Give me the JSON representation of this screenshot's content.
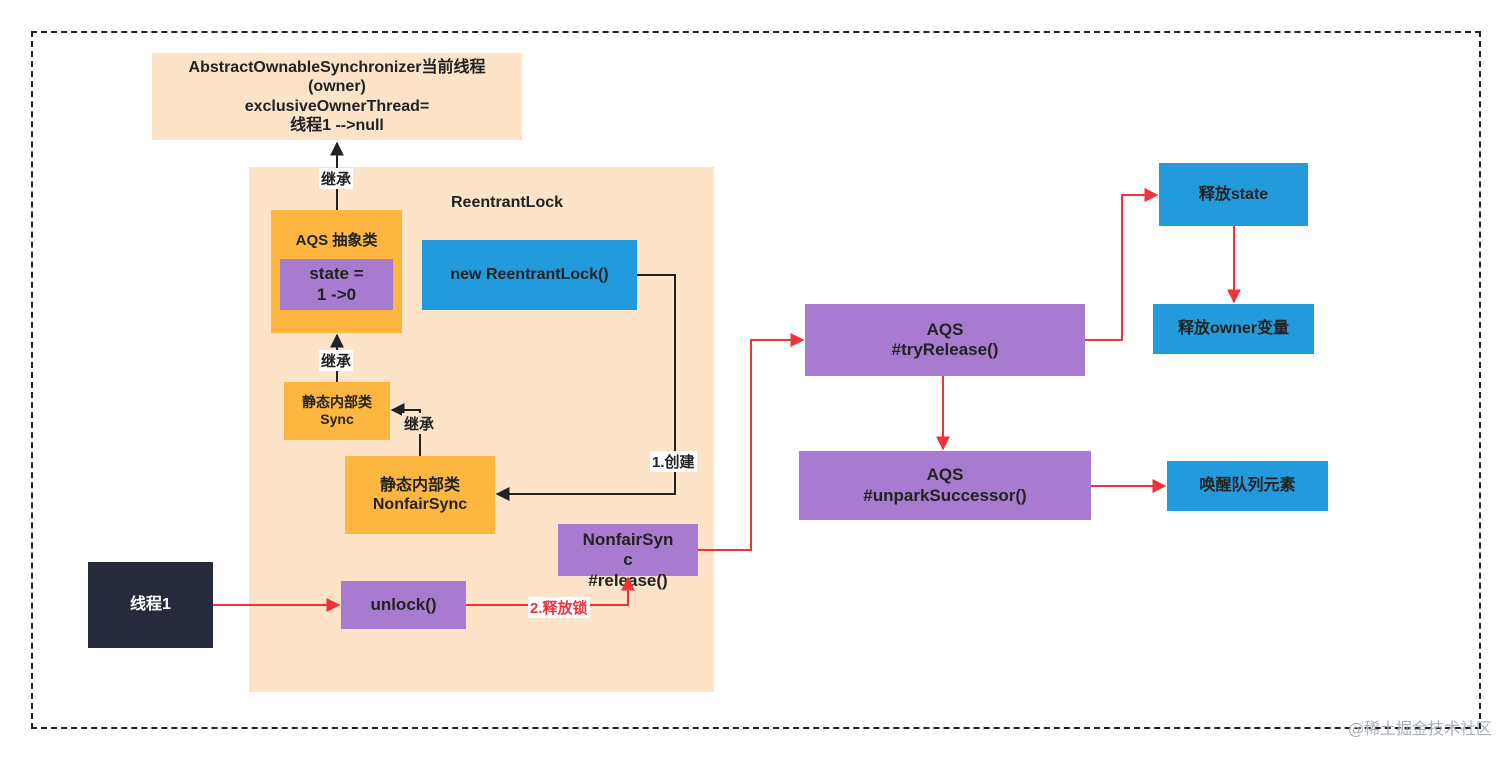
{
  "nodes": {
    "owner_box": "AbstractOwnableSynchronizer当前线程\n(owner)\nexclusiveOwnerThread=\n线程1 -->null",
    "reentrantlock_title": "ReentrantLock",
    "aqs_abstract": "AQS 抽象类",
    "state": "state =\n1 ->0",
    "new_reentrantlock": "new ReentrantLock()",
    "static_sync": "静态内部类\nSync",
    "static_nonfairsync": "静态内部类\nNonfairSync",
    "nonfairsync_release": "NonfairSyn\nc\n#release()",
    "thread1": "线程1",
    "unlock": "unlock()",
    "aqs_tryrelease": "AQS\n#tryRelease()",
    "aqs_unpark": "AQS\n#unparkSuccessor()",
    "release_state": "释放state",
    "release_owner": "释放owner变量",
    "wake_queue": "唤醒队列元素"
  },
  "edge_labels": {
    "inherit_1": "继承",
    "inherit_2": "继承",
    "inherit_3": "继承",
    "create": "1.创建",
    "release_lock": "2.释放锁"
  },
  "colors": {
    "peach": "#fde4c8",
    "orange": "#fdb740",
    "purple": "#a97bd0",
    "blue": "#239adb",
    "navy": "#262a3c",
    "red_arrow": "#f0333a",
    "dark_arrow": "#222222"
  },
  "watermark": "@稀土掘金技术社区"
}
